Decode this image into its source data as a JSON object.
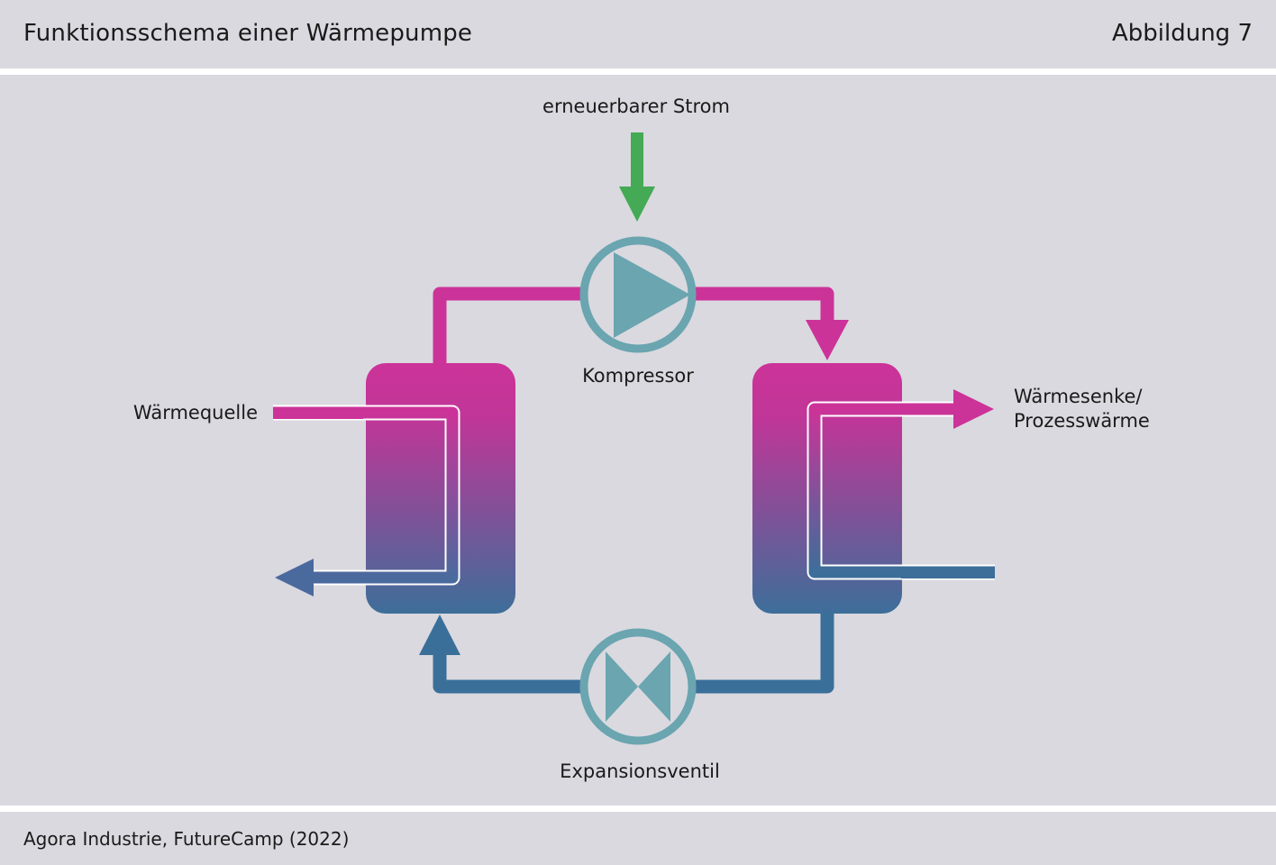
{
  "header": {
    "title": "Funktionsschema einer Wärmepumpe",
    "figure_number": "Abbildung 7"
  },
  "diagram": {
    "labels": {
      "energy_input": "erneuerbarer Strom",
      "compressor": "Kompressor",
      "expansion_valve": "Expansionsventil",
      "heat_source": "Wärmequelle",
      "heat_sink_line1": "Wärmesenke/",
      "heat_sink_line2": "Prozesswärme"
    },
    "colors": {
      "hot": "#cc3399",
      "cold": "#3d6e99",
      "electricity": "#44aa55",
      "component": "#6aa5b0"
    }
  },
  "footer": {
    "source": "Agora Industrie, FutureCamp (2022)"
  }
}
